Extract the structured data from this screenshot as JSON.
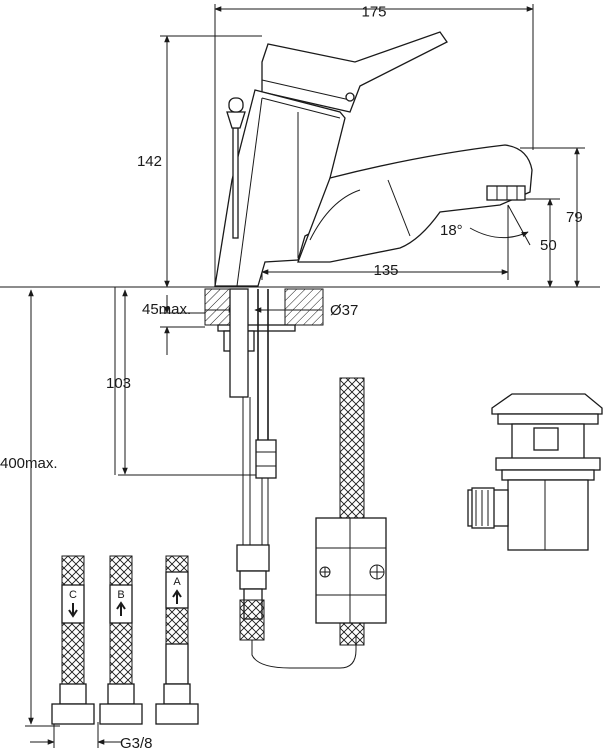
{
  "dimensions": {
    "total_width": "175",
    "spout_reach": "135",
    "height": "142",
    "spout_height": "79",
    "aerator_height": "50",
    "angle": "18°",
    "deck_thickness": "45max.",
    "hole_diameter": "Ø37",
    "tail_length": "103",
    "hose_length": "400max."
  },
  "hoses": [
    {
      "label": "C",
      "arrow": "down"
    },
    {
      "label": "B",
      "arrow": "up"
    },
    {
      "label": "A",
      "arrow": "up"
    }
  ],
  "connection": "G3/8",
  "colors": {
    "line": "#1a1a1a",
    "background": "#ffffff"
  }
}
